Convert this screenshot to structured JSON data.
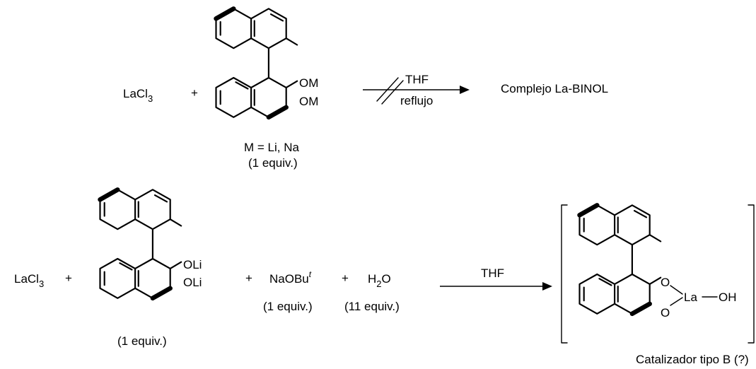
{
  "reaction1": {
    "reagent": {
      "main": "LaCl",
      "sub": "3"
    },
    "plus": "+",
    "substituent_top": "OM",
    "substituent_bottom": "OM",
    "cation_note": "M = Li, Na",
    "equiv": "(1 equiv.)",
    "condition_above": "THF",
    "condition_below": "reflujo",
    "product": "Complejo La-BINOL"
  },
  "reaction2": {
    "reagent": {
      "main": "LaCl",
      "sub": "3"
    },
    "plus1": "+",
    "substituent_top": "OLi",
    "substituent_bottom": "OLi",
    "equiv_binol": "(1 equiv.)",
    "plus2": "+",
    "base": {
      "main": "NaOBu",
      "sup": "t"
    },
    "equiv_base": "(1 equiv.)",
    "plus3": "+",
    "water": {
      "h": "H",
      "sub": "2",
      "o": "O"
    },
    "equiv_water": "(11 equiv.)",
    "condition_above": "THF",
    "product_o_top": "O",
    "product_o_bottom": "O",
    "product_metal": "La",
    "product_oh": "OH",
    "product_label": "Catalizador tipo B (?)"
  },
  "colors": {
    "ink": "#000000",
    "background": "#ffffff"
  }
}
